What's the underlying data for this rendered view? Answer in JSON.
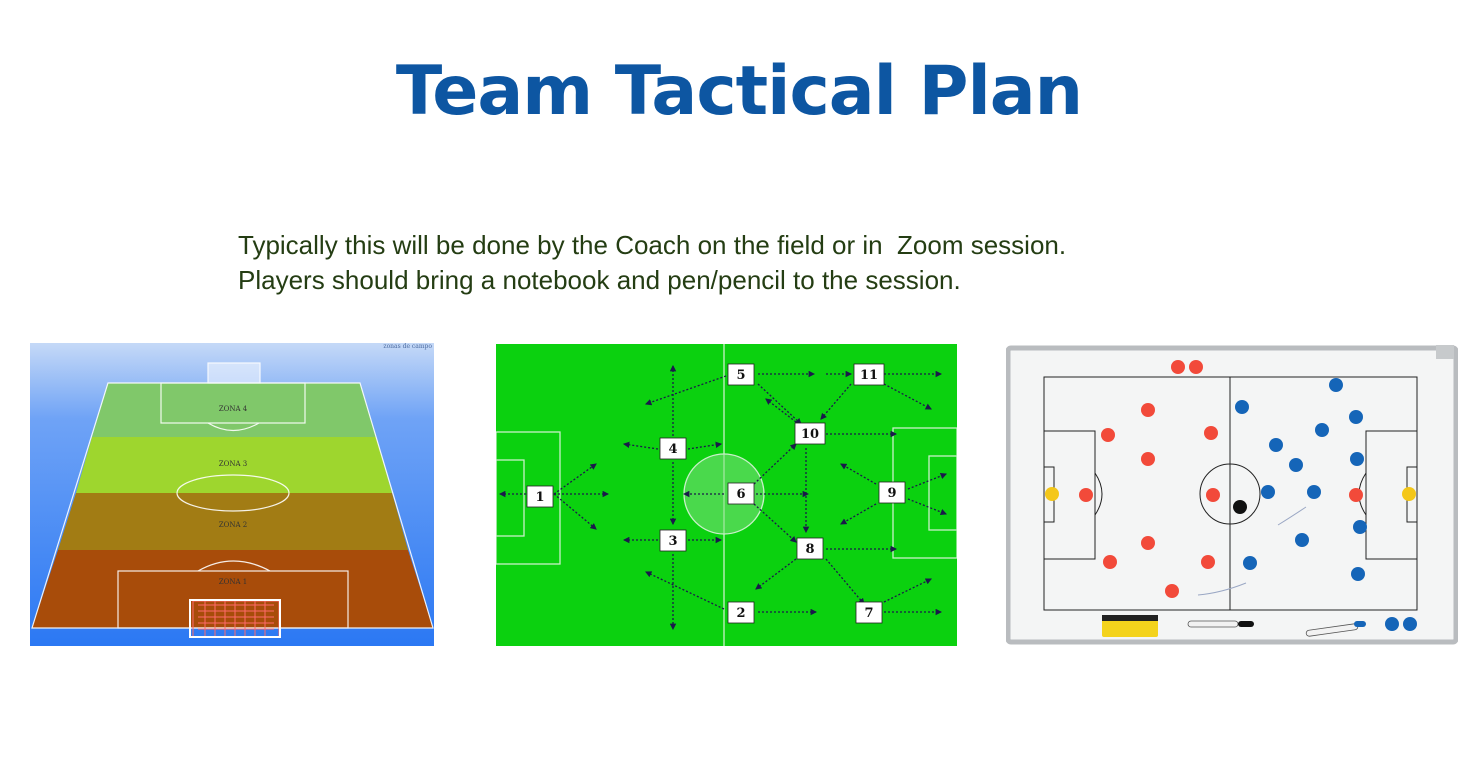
{
  "slide": {
    "title": "Team Tactical Plan",
    "body_lines": [
      "Typically this will be done by the Coach on the field or in  Zoom session.",
      "Players should bring a notebook and pen/pencil to the session."
    ]
  },
  "images": {
    "zones": {
      "corner_label": "zonas de campo",
      "zone_labels": [
        "ZONA 4",
        "ZONA 3",
        "ZONA 2",
        "ZONA 1"
      ],
      "zone_colors": [
        "#80c86a",
        "#9ed62e",
        "#a27c14",
        "#a84c0a"
      ],
      "sky_color": "#3f87f4"
    },
    "positions": {
      "player_numbers": [
        "1",
        "2",
        "3",
        "4",
        "5",
        "6",
        "7",
        "8",
        "9",
        "10",
        "11"
      ],
      "pitch_color": "#0bd10f"
    },
    "whiteboard": {
      "red_count": 13,
      "blue_count": 13,
      "red_color": "#f24a3a",
      "blue_color": "#1565b8",
      "yellow_color": "#f4c719"
    }
  }
}
